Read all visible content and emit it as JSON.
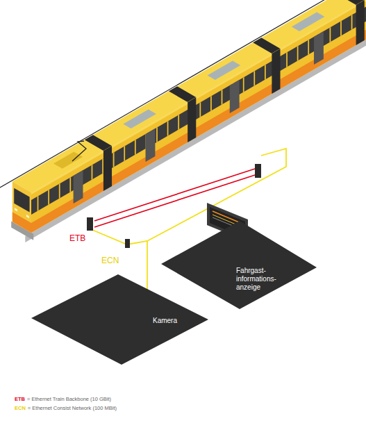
{
  "diagram": {
    "nodes": [
      {
        "text": [
          "Fahrgast- informations- anzeige"
        ]
      },
      {
        "text": [
          "Kamera"
        ]
      }
    ],
    "labels": [
      "ETB",
      "ECN",
      "ETB",
      "ECN"
    ],
    "legend": [
      {
        "text": "= Ethernet Train Backbone (10 GBit)",
        "color": "#e2001a"
      },
      {
        "text": "= Ethernet Consist Network (100 MBit)",
        "color": "#e6cf00"
      }
    ]
  }
}
